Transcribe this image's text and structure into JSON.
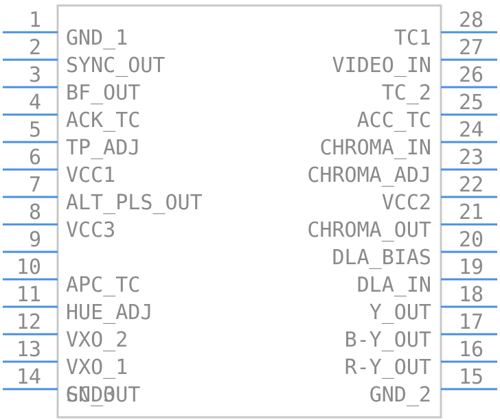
{
  "colors": {
    "pin_line": "#4a90e2",
    "body_outline": "#c8c8c8",
    "text": "#8a8a8a"
  },
  "left_pins": [
    {
      "num": "1",
      "name": "GND_1"
    },
    {
      "num": "2",
      "name": "SYNC_OUT"
    },
    {
      "num": "3",
      "name": "BF_OUT"
    },
    {
      "num": "4",
      "name": "ACK_TC"
    },
    {
      "num": "5",
      "name": "TP_ADJ"
    },
    {
      "num": "6",
      "name": "VCC1"
    },
    {
      "num": "7",
      "name": "ALT_PLS_OUT"
    },
    {
      "num": "8",
      "name": "VCC3"
    },
    {
      "num": "9",
      "name": ""
    },
    {
      "num": "10",
      "name": "APC_TC"
    },
    {
      "num": "11",
      "name": "HUE_ADJ"
    },
    {
      "num": "12",
      "name": "VXO_2"
    },
    {
      "num": "13",
      "name": "VXO_1"
    },
    {
      "num": "14",
      "name": "GND3"
    }
  ],
  "left_extra_label": "SC_OUT",
  "right_pins": [
    {
      "num": "28",
      "name": "TC1"
    },
    {
      "num": "27",
      "name": "VIDEO_IN"
    },
    {
      "num": "26",
      "name": "TC_2"
    },
    {
      "num": "25",
      "name": "ACC_TC"
    },
    {
      "num": "24",
      "name": "CHROMA_IN"
    },
    {
      "num": "23",
      "name": "CHROMA_ADJ"
    },
    {
      "num": "22",
      "name": "VCC2"
    },
    {
      "num": "21",
      "name": "CHROMA_OUT"
    },
    {
      "num": "20",
      "name": "DLA_BIAS"
    },
    {
      "num": "19",
      "name": "DLA_IN"
    },
    {
      "num": "18",
      "name": "Y_OUT"
    },
    {
      "num": "17",
      "name": "B-Y_OUT"
    },
    {
      "num": "16",
      "name": "R-Y_OUT"
    },
    {
      "num": "15",
      "name": "GND_2"
    }
  ]
}
